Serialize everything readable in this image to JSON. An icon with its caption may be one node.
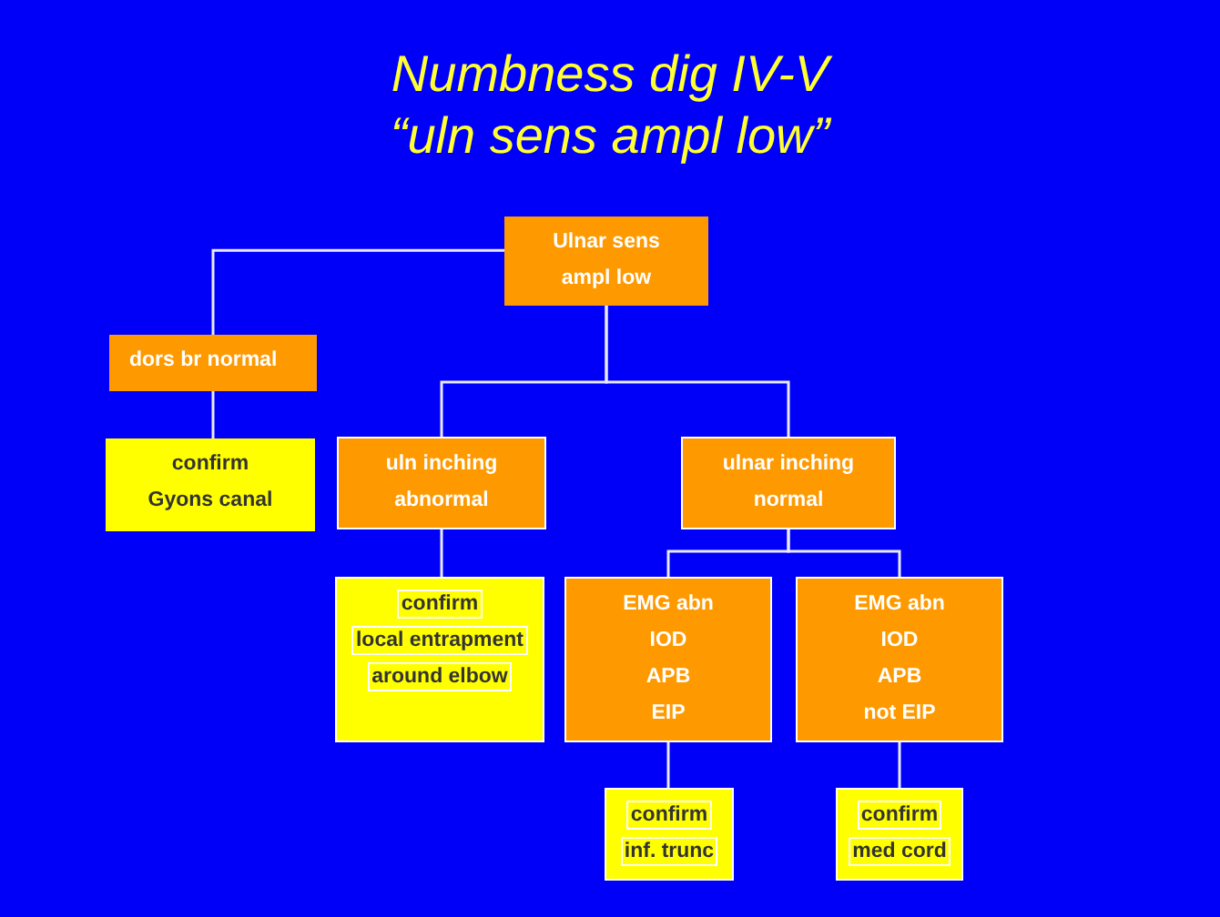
{
  "diagram": {
    "title": "Numbness dig IV-V “uln sens ampl low”",
    "nodes": [
      {
        "text": [
          "Ulnar sens",
          "ampl low"
        ]
      },
      {
        "text": [
          "dors br normal"
        ]
      },
      {
        "text": [
          "confirm",
          "Gyons canal"
        ]
      },
      {
        "text": [
          "uln inching",
          "abnormal"
        ]
      },
      {
        "text": [
          "ulnar inching",
          "normal"
        ]
      },
      {
        "text": [
          "confirm",
          "local entrapment",
          "around elbow"
        ]
      },
      {
        "text": [
          "EMG abn",
          "IOD",
          "APB",
          "EIP"
        ]
      },
      {
        "text": [
          "EMG abn",
          "IOD",
          "APB",
          "not EIP"
        ]
      },
      {
        "text": [
          "confirm",
          "inf. trunc"
        ]
      },
      {
        "text": [
          "confirm",
          "med cord"
        ]
      }
    ],
    "edges": [
      {
        "from": 0,
        "to": 1,
        "arrow": "none"
      },
      {
        "from": 1,
        "to": 2,
        "arrow": "none"
      },
      {
        "from": 0,
        "to": 3,
        "arrow": "none"
      },
      {
        "from": 0,
        "to": 4,
        "arrow": "none"
      },
      {
        "from": 3,
        "to": 5,
        "arrow": "none"
      },
      {
        "from": 4,
        "to": 6,
        "arrow": "none"
      },
      {
        "from": 4,
        "to": 7,
        "arrow": "none"
      },
      {
        "from": 6,
        "to": 8,
        "arrow": "none"
      },
      {
        "from": 7,
        "to": 9,
        "arrow": "none"
      }
    ]
  }
}
